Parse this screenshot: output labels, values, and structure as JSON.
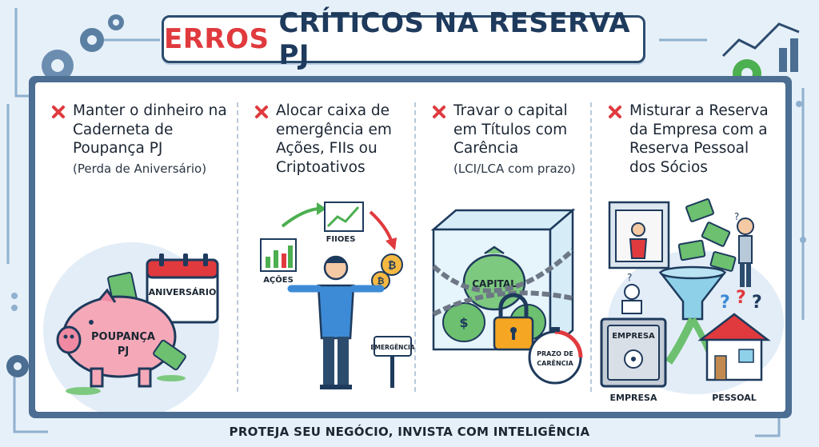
{
  "title": {
    "highlight": "ERROS",
    "rest": "CRÍTICOS NA RESERVA PJ"
  },
  "colors": {
    "accent_red": "#e03a3e",
    "navy": "#1e3a5c",
    "money_green": "#4caf50",
    "frame": "#4b6e92"
  },
  "columns": [
    {
      "heading": "Manter o dinheiro na Caderneta de Poupança PJ",
      "subtitle": "(Perda de Aniversário)",
      "labels": {
        "calendar": "ANIVERSÁRIO",
        "piggy_line1": "POUPANÇA",
        "piggy_line2": "PJ"
      },
      "icon": "x-icon"
    },
    {
      "heading": "Alocar caixa de emergência em Ações, FIIs ou Criptoativos",
      "subtitle": "",
      "labels": {
        "acoes": "AÇÕES",
        "fiis": "FIIOES",
        "sign": "EMERGÊNCIA"
      },
      "icon": "x-icon"
    },
    {
      "heading": "Travar o capital em Títulos com Carência",
      "subtitle": "(LCI/LCA com prazo)",
      "labels": {
        "bag": "CAPITAL",
        "clock_line1": "PRAZO DE",
        "clock_line2": "CARÊNCIA"
      },
      "icon": "x-icon"
    },
    {
      "heading": "Misturar a Reserva da Empresa com a Reserva Pessoal dos Sócios",
      "subtitle": "",
      "labels": {
        "safe": "EMPRESA",
        "empresa": "EMPRESA",
        "pessoal": "PESSOAL"
      },
      "icon": "x-icon"
    }
  ],
  "footer": "PROTEJA SEU NEGÓCIO, INVISTA COM INTELIGÊNCIA"
}
